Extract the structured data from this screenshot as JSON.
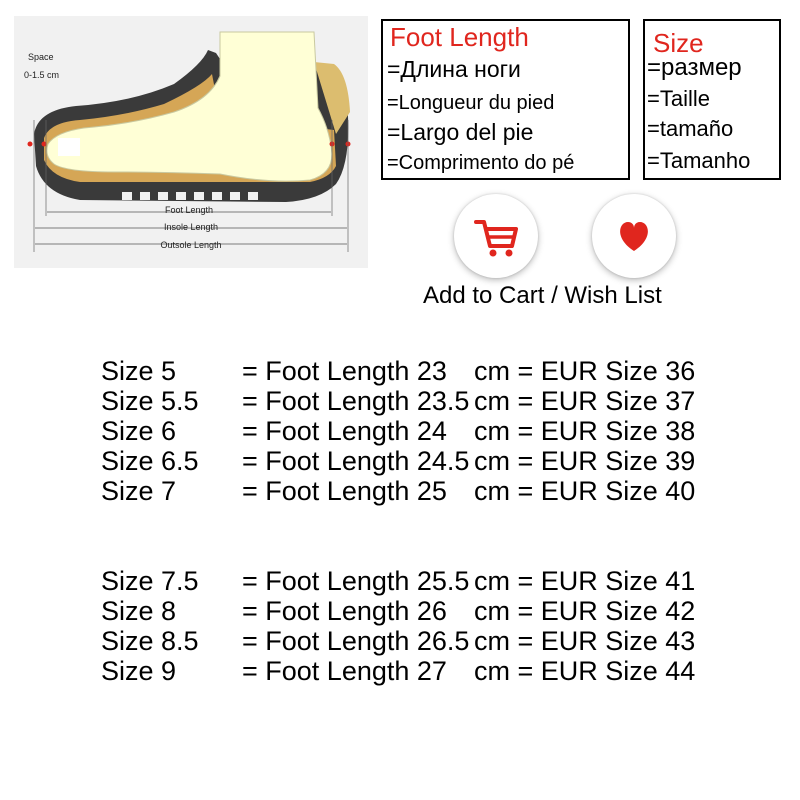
{
  "diagram": {
    "space_label": "Space",
    "space_value": "0-1.5 cm",
    "foot_length_label": "Foot Length",
    "insole_length_label": "Insole Length",
    "outsole_length_label": "Outsole Length"
  },
  "foot_length_box": {
    "heading": "Foot Length",
    "lines": [
      "=Длина ноги",
      "=Longueur du pied",
      "=Largo del pie",
      "=Comprimento do pé"
    ]
  },
  "size_box": {
    "heading": "Size",
    "lines": [
      "=размер",
      "=Taille",
      "=tamaño",
      "=Tamanho"
    ]
  },
  "actions": {
    "cart_icon": "shopping-cart-icon",
    "wish_icon": "heart-icon",
    "caption": "Add to Cart / Wish List",
    "accent_color": "#e0261e"
  },
  "size_table": {
    "rows": [
      {
        "size": "Size 5",
        "foot": "= Foot Length 23",
        "eur": "cm = EUR Size 36"
      },
      {
        "size": "Size 5.5",
        "foot": "= Foot Length 23.5",
        "eur": "cm = EUR Size 37"
      },
      {
        "size": "Size 6",
        "foot": "= Foot Length 24",
        "eur": "cm = EUR Size 38"
      },
      {
        "size": "Size 6.5",
        "foot": "= Foot Length 24.5",
        "eur": "cm = EUR Size 39"
      },
      {
        "size": "Size 7",
        "foot": "= Foot Length 25",
        "eur": "cm = EUR Size 40"
      },
      {
        "size": "Size 7.5",
        "foot": "= Foot Length 25.5",
        "eur": "cm = EUR Size 41"
      },
      {
        "size": "Size 8",
        "foot": "= Foot Length 26",
        "eur": "cm = EUR Size 42"
      },
      {
        "size": "Size 8.5",
        "foot": "= Foot Length 26.5",
        "eur": "cm = EUR Size 43"
      },
      {
        "size": "Size 9",
        "foot": "= Foot Length 27",
        "eur": "cm = EUR Size 44"
      }
    ]
  }
}
